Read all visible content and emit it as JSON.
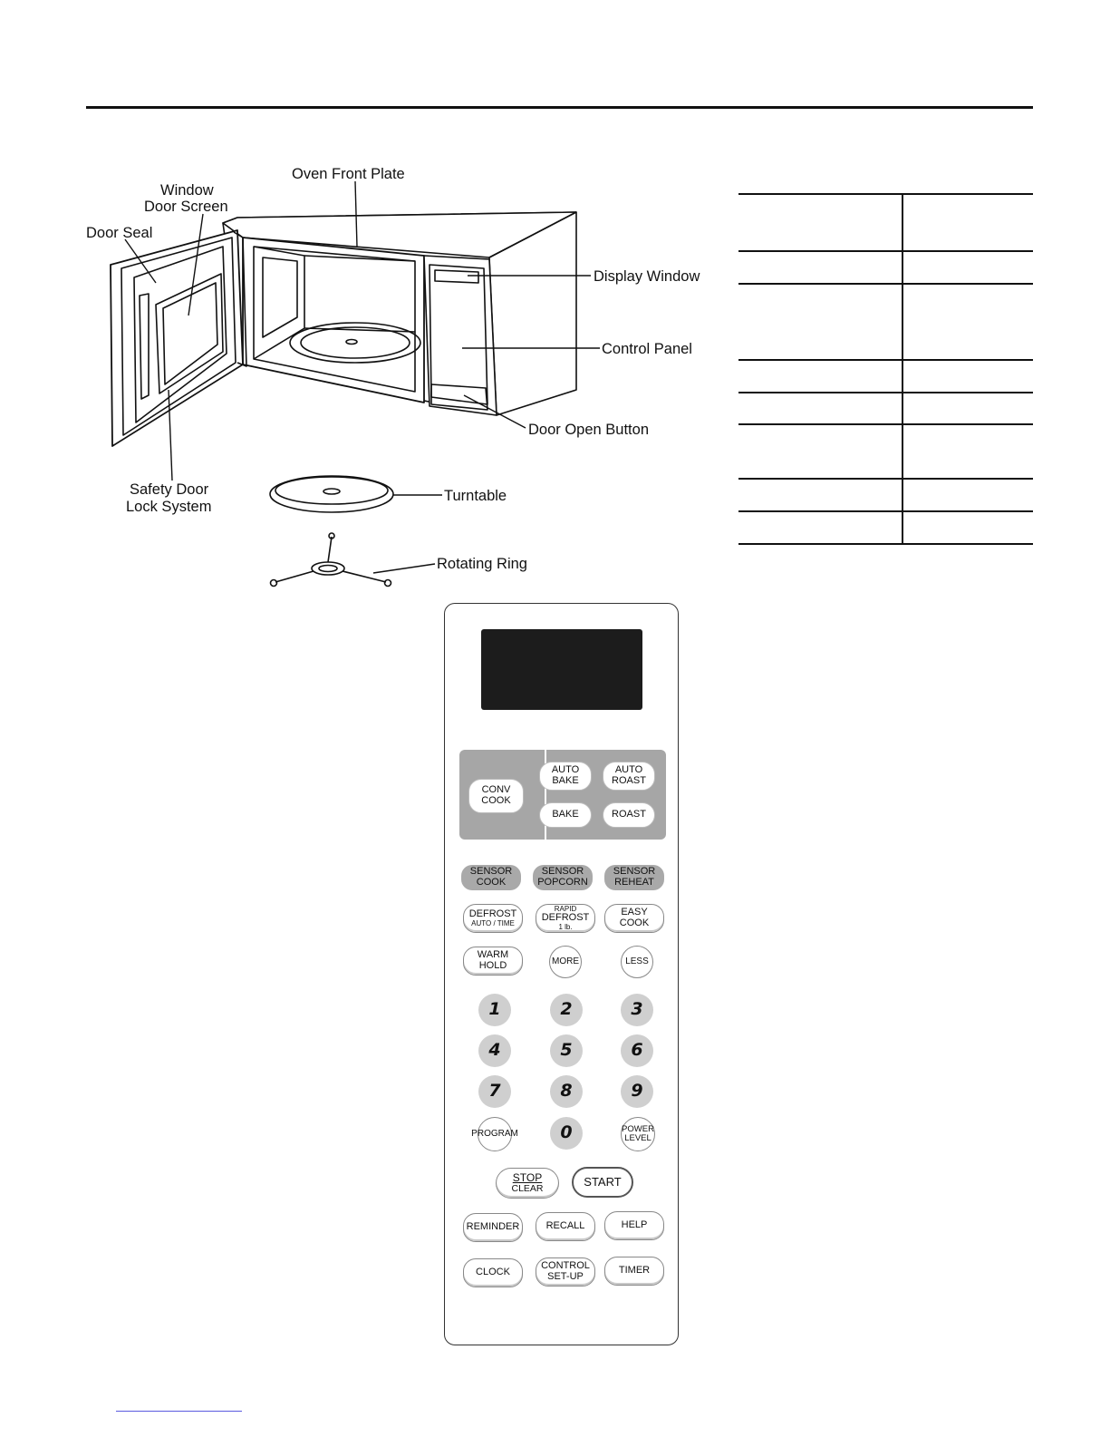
{
  "diagram": {
    "labels": {
      "oven_front_plate": "Oven Front Plate",
      "window_line1": "Window",
      "window_line2": "Door Screen",
      "door_seal": "Door Seal",
      "display_window": "Display Window",
      "control_panel": "Control Panel",
      "door_open_button": "Door Open Button",
      "safety_line1": "Safety Door",
      "safety_line2": "Lock System",
      "turntable": "Turntable",
      "rotating_ring": "Rotating Ring"
    }
  },
  "spec_table": {
    "rows": 8,
    "columns": 2
  },
  "control_panel": {
    "conv_cook": [
      "CONV",
      "COOK"
    ],
    "auto_bake": [
      "AUTO",
      "BAKE"
    ],
    "auto_roast": [
      "AUTO",
      "ROAST"
    ],
    "bake": "BAKE",
    "roast": "ROAST",
    "sensor_cook": [
      "SENSOR",
      "COOK"
    ],
    "sensor_popcorn": [
      "SENSOR",
      "POPCORN"
    ],
    "sensor_reheat": [
      "SENSOR",
      "REHEAT"
    ],
    "defrost": [
      "DEFROST",
      "AUTO / TIME"
    ],
    "rapid_defrost": [
      "RAPID",
      "DEFROST",
      "1 lb."
    ],
    "easy_cook": [
      "EASY",
      "COOK"
    ],
    "warm_hold": [
      "WARM",
      "HOLD"
    ],
    "more": "MORE",
    "less": "LESS",
    "digits": [
      "1",
      "2",
      "3",
      "4",
      "5",
      "6",
      "7",
      "8",
      "9",
      "0"
    ],
    "program": "PROGRAM",
    "power_level": [
      "POWER",
      "LEVEL"
    ],
    "stop_clear": [
      "STOP",
      "CLEAR"
    ],
    "start": "START",
    "reminder": "REMINDER",
    "recall": "RECALL",
    "help": "HELP",
    "clock": "CLOCK",
    "control_setup": [
      "CONTROL",
      "SET-UP"
    ],
    "timer": "TIMER"
  }
}
